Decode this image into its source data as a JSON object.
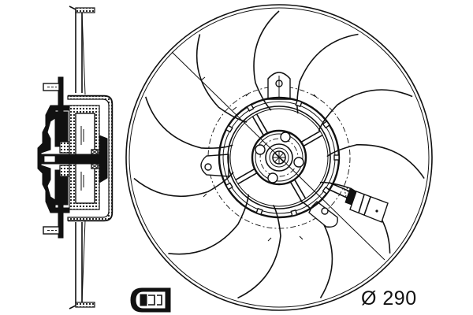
{
  "drawing": {
    "title": "Radiator cooling fan with motor - technical drawing",
    "views": [
      "side-section-view",
      "front-view"
    ],
    "dimension": {
      "symbol": "Ø",
      "value": "290",
      "label": "Ø 290"
    },
    "blade_count": 11,
    "mounting_lugs": 3,
    "connector_symbol": "2-pin-connector-icon",
    "colors": {
      "line": "#111111",
      "background": "#ffffff"
    }
  }
}
